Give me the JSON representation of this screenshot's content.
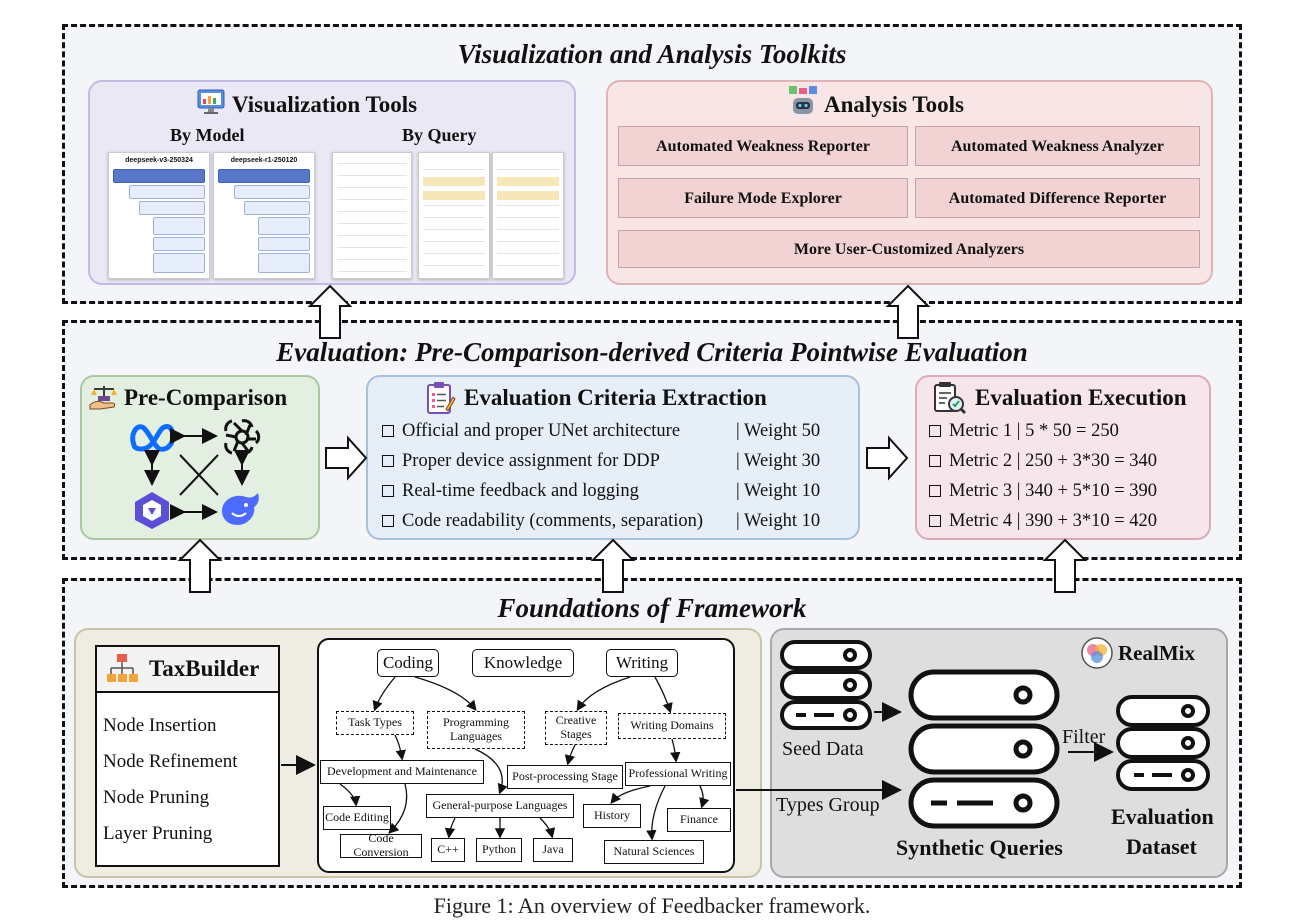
{
  "sections": {
    "top": "Visualization and Analysis Toolkits",
    "middle": "Evaluation: Pre-Comparison-derived Criteria Pointwise Evaluation",
    "bottom": "Foundations of Framework"
  },
  "visualization": {
    "title": "Visualization Tools",
    "by_model": "By Model",
    "by_query": "By Query",
    "thumb1": "deepseek-v3-250324",
    "thumb2": "deepseek-r1-250120"
  },
  "analysis": {
    "title": "Analysis Tools",
    "tools": [
      "Automated Weakness Reporter",
      "Automated Weakness Analyzer",
      "Failure Mode Explorer",
      "Automated Difference Reporter"
    ],
    "more": "More User-Customized Analyzers"
  },
  "pre_comparison": {
    "title": "Pre-Comparison"
  },
  "criteria": {
    "title": "Evaluation Criteria Extraction",
    "items": [
      {
        "text": "Official and proper UNet architecture",
        "weight": "| Weight 50"
      },
      {
        "text": "Proper device assignment for DDP",
        "weight": "| Weight 30"
      },
      {
        "text": "Real-time feedback and logging",
        "weight": "| Weight 10"
      },
      {
        "text": "Code readability (comments, separation)",
        "weight": "| Weight 10"
      }
    ]
  },
  "execution": {
    "title": "Evaluation Execution",
    "metrics": [
      "Metric 1 | 5 * 50 = 250",
      "Metric 2 | 250 + 3*30 = 340",
      "Metric 3 | 340 + 5*10 = 390",
      "Metric 4 | 390 + 3*10 = 420"
    ]
  },
  "taxbuilder": {
    "title": "TaxBuilder",
    "ops": [
      "Node Insertion",
      "Node Refinement",
      "Node Pruning",
      "Layer Pruning"
    ]
  },
  "taxonomy": {
    "roots": [
      "Coding",
      "Knowledge",
      "Writing"
    ],
    "nodes": [
      "Task Types",
      "Programming Languages",
      "Creative Stages",
      "Writing Domains",
      "Development and Maintenance",
      "Post-processing Stage",
      "Professional Writing",
      "General-purpose Languages",
      "Code Editing",
      "Code Conversion",
      "C++",
      "Python",
      "Java",
      "History",
      "Finance",
      "Natural Sciences"
    ]
  },
  "realmix": {
    "title": "RealMix",
    "seed": "Seed Data",
    "types_group": "Types Group",
    "filter": "Filter",
    "synthetic": "Synthetic Queries",
    "dataset_line1": "Evaluation",
    "dataset_line2": "Dataset"
  },
  "caption": "Figure 1: An overview of Feedbacker framework."
}
